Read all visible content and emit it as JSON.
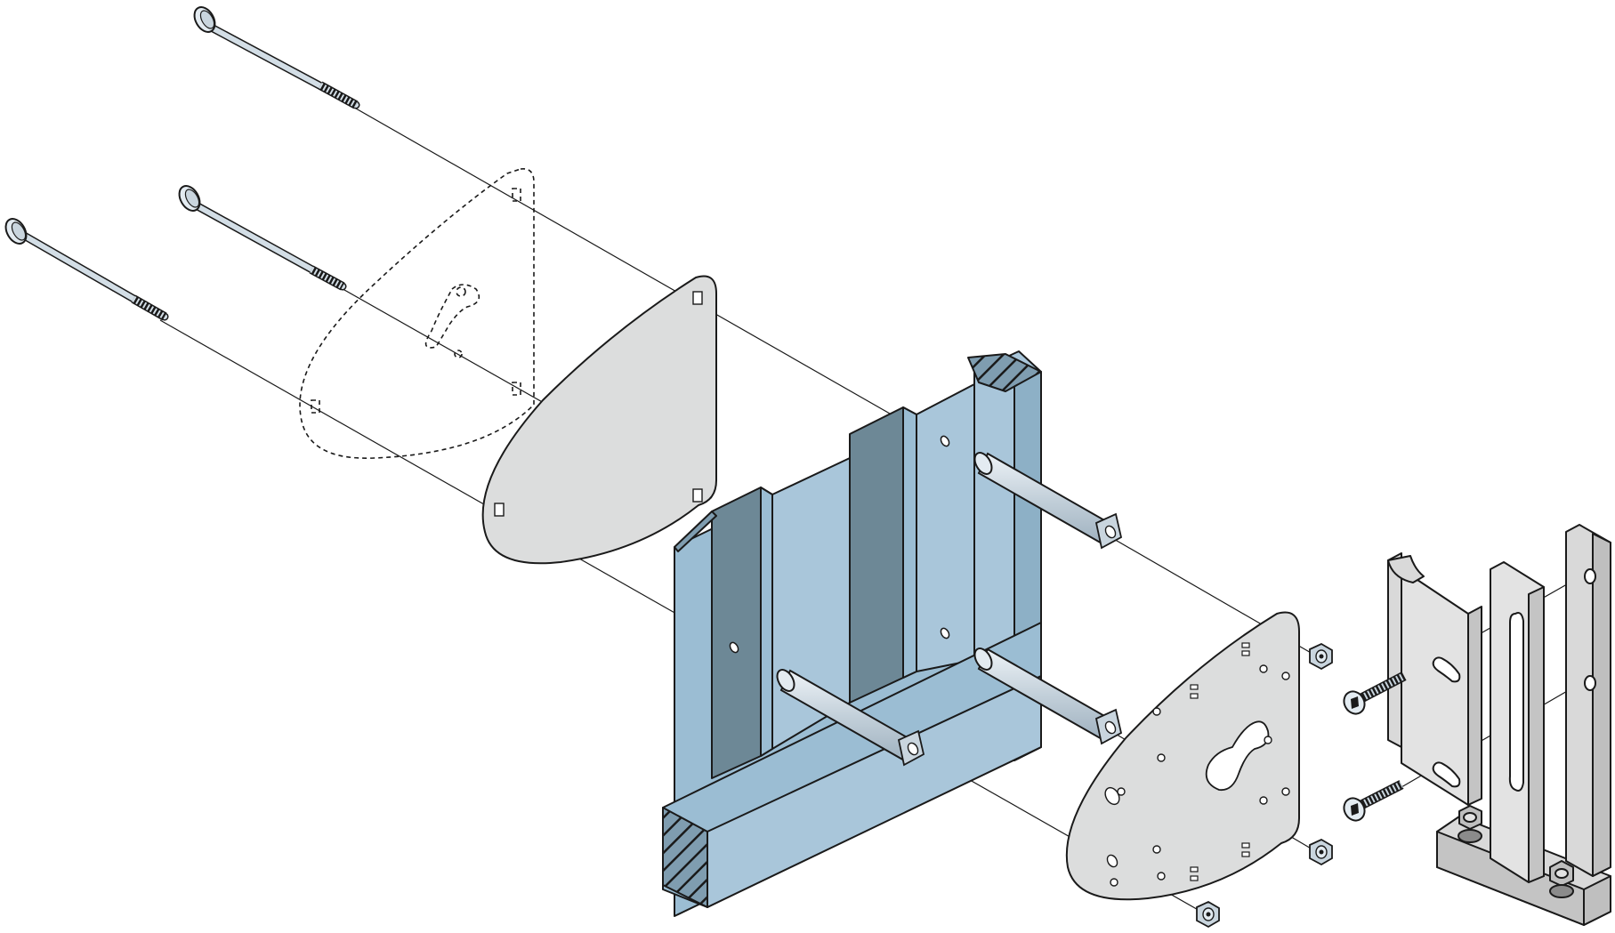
{
  "diagram": {
    "kind": "exploded-assembly",
    "labels": [],
    "colors": {
      "line": "#1a1a1a",
      "steel": "#c9d5de",
      "steel_light": "#e3ebf1",
      "plate_gray": "#dcdddd",
      "wall_face": "#9bbdd3",
      "wall_face_light": "#a9c6da",
      "wall_shadow": "#6d8896",
      "wall_top": "#7f9db0",
      "bracket_gray": "#d9d9d9",
      "bracket_dark": "#bfbfbf"
    },
    "parts": [
      "carriage-bolt",
      "carriage-bolt",
      "carriage-bolt",
      "rear-plate-hidden",
      "rear-plate",
      "stud-wall-section",
      "standoff",
      "standoff",
      "standoff",
      "front-plate",
      "lock-nut",
      "lock-nut",
      "lock-nut",
      "button-head-screw",
      "button-head-screw",
      "post-bracket"
    ]
  }
}
